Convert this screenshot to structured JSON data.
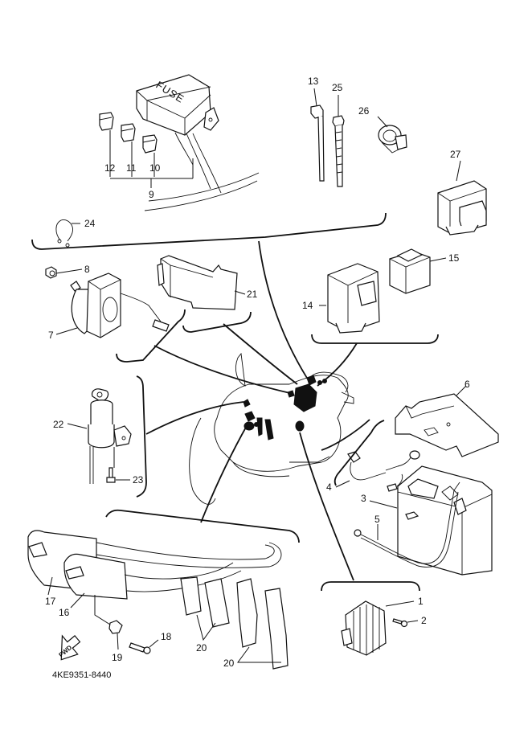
{
  "diagram": {
    "title": "Electrical parts exploded view",
    "drawing_code": "4KE9351-8440",
    "fwd_arrow_text": "FWD",
    "fuse_box_text": "FUSE",
    "callouts": [
      {
        "id": "c1",
        "number": "1",
        "part": "rectifier-regulator"
      },
      {
        "id": "c2",
        "number": "2",
        "part": "screw"
      },
      {
        "id": "c3",
        "number": "3",
        "part": "battery"
      },
      {
        "id": "c4",
        "number": "4",
        "part": "battery-lead-plus"
      },
      {
        "id": "c5",
        "number": "5",
        "part": "battery-lead-minus"
      },
      {
        "id": "c6",
        "number": "6",
        "part": "battery-cover"
      },
      {
        "id": "c7",
        "number": "7",
        "part": "horn"
      },
      {
        "id": "c8",
        "number": "8",
        "part": "nut"
      },
      {
        "id": "c9",
        "number": "9",
        "part": "fuse-box-assy"
      },
      {
        "id": "c10",
        "number": "10",
        "part": "fuse"
      },
      {
        "id": "c11",
        "number": "11",
        "part": "fuse"
      },
      {
        "id": "c12",
        "number": "12",
        "part": "fuse"
      },
      {
        "id": "c13",
        "number": "13",
        "part": "cable-tie"
      },
      {
        "id": "c14",
        "number": "14",
        "part": "relay"
      },
      {
        "id": "c15",
        "number": "15",
        "part": "relay"
      },
      {
        "id": "c16",
        "number": "16",
        "part": "ignition-coil"
      },
      {
        "id": "c17",
        "number": "17",
        "part": "ignition-coil"
      },
      {
        "id": "c18",
        "number": "18",
        "part": "bolt"
      },
      {
        "id": "c19",
        "number": "19",
        "part": "collar"
      },
      {
        "id": "c20a",
        "number": "20",
        "part": "spark-plug-cap"
      },
      {
        "id": "c20b",
        "number": "20",
        "part": "spark-plug-cap"
      },
      {
        "id": "c21",
        "number": "21",
        "part": "ignitor-unit"
      },
      {
        "id": "c22",
        "number": "22",
        "part": "main-switch"
      },
      {
        "id": "c23",
        "number": "23",
        "part": "screw"
      },
      {
        "id": "c24",
        "number": "24",
        "part": "clip"
      },
      {
        "id": "c25",
        "number": "25",
        "part": "cable-tie"
      },
      {
        "id": "c26",
        "number": "26",
        "part": "clamp"
      },
      {
        "id": "c27",
        "number": "27",
        "part": "relay"
      }
    ]
  }
}
